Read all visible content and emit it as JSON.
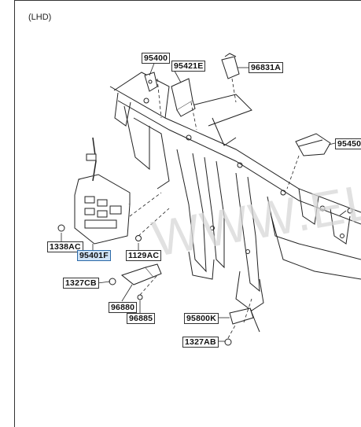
{
  "variant": "(LHD)",
  "watermark": "WWW.EL",
  "callouts": {
    "c95400": "95400",
    "c95421e": "95421E",
    "c96831a": "96831A",
    "c95450": "95450",
    "c1338ac": "1338AC",
    "c95401f": "95401F",
    "c1129ac": "1129AC",
    "c1327cb": "1327CB",
    "c96880": "96880",
    "c96885": "96885",
    "c95800k": "95800K",
    "c1327ab": "1327AB"
  }
}
